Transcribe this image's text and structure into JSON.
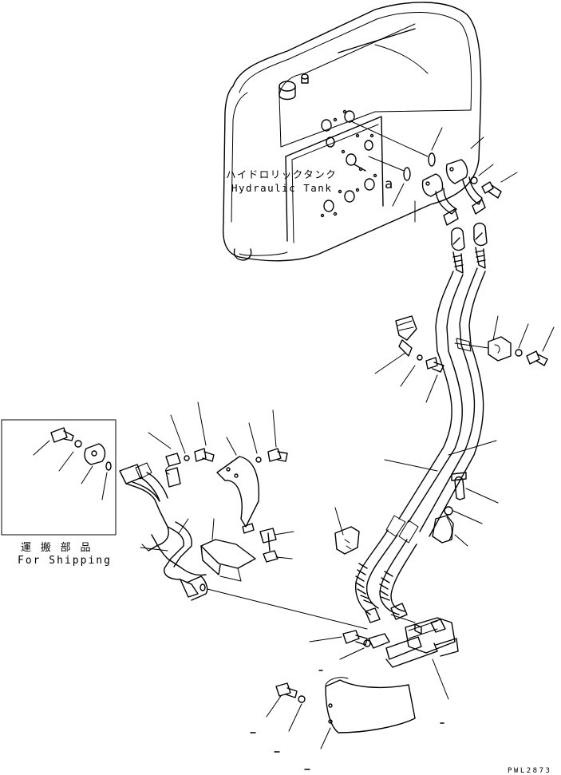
{
  "labels": {
    "tank_jp": "ハイドロリックタンク",
    "tank_en": "Hydraulic Tank",
    "detail_ref": "a",
    "shipping_jp": "運 搬 部 品",
    "shipping_en": "For Shipping",
    "drawing_code": "PWL2873"
  }
}
